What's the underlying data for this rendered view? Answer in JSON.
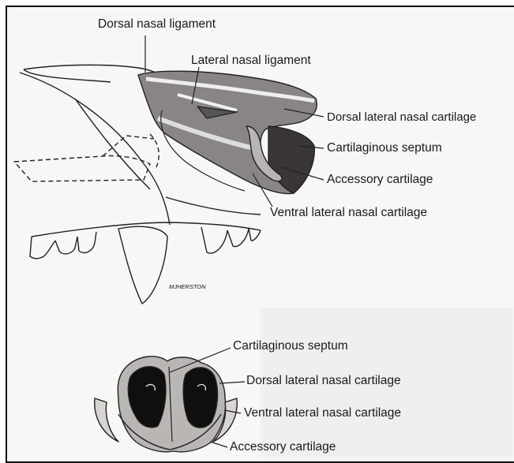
{
  "figure": {
    "top_labels": {
      "dorsal_nasal_ligament": "Dorsal nasal ligament",
      "lateral_nasal_ligament": "Lateral nasal ligament",
      "dorsal_lateral_nasal_cartilage": "Dorsal lateral nasal cartilage",
      "cartilaginous_septum": "Cartilaginous septum",
      "accessory_cartilage": "Accessory cartilage",
      "ventral_lateral_nasal_cartilage": "Ventral lateral nasal cartilage"
    },
    "bottom_labels": {
      "cartilaginous_septum": "Cartilaginous septum",
      "dorsal_lateral_nasal_cartilage": "Dorsal lateral nasal cartilage",
      "ventral_lateral_nasal_cartilage": "Ventral lateral nasal cartilage",
      "accessory_cartilage": "Accessory cartilage"
    },
    "artist_signature": "MJHERSTON"
  }
}
